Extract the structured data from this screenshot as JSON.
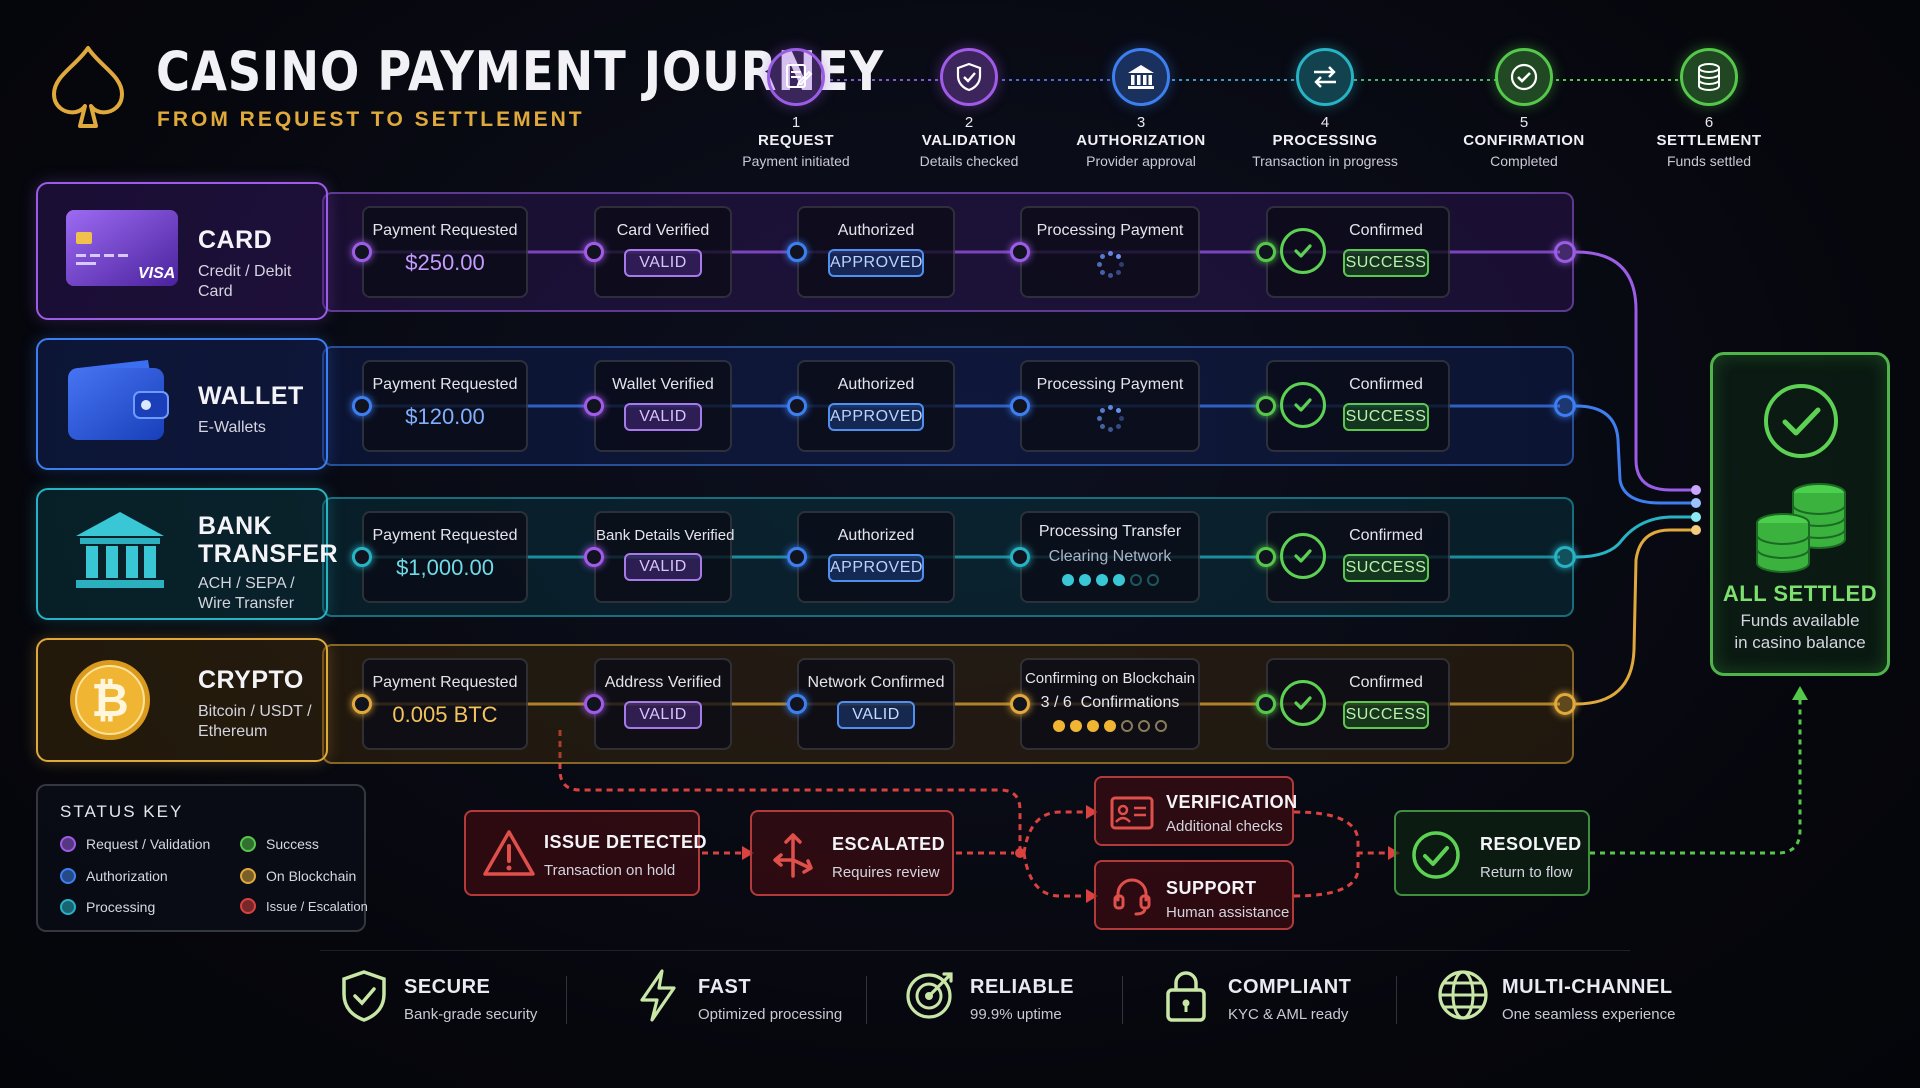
{
  "header": {
    "title": "CASINO PAYMENT JOURNEY",
    "subtitle": "FROM REQUEST TO SETTLEMENT"
  },
  "steps": [
    {
      "num": "1",
      "name": "REQUEST",
      "desc": "Payment initiated",
      "color": "#9b5de5",
      "icon": "document-icon"
    },
    {
      "num": "2",
      "name": "VALIDATION",
      "desc": "Details checked",
      "color": "#a25be8",
      "icon": "shield-check-icon"
    },
    {
      "num": "3",
      "name": "AUTHORIZATION",
      "desc": "Provider approval",
      "color": "#3d7ff0",
      "icon": "bank-icon"
    },
    {
      "num": "4",
      "name": "PROCESSING",
      "desc": "Transaction in progress",
      "color": "#28b3c4",
      "icon": "exchange-icon"
    },
    {
      "num": "5",
      "name": "CONFIRMATION",
      "desc": "Completed",
      "color": "#55c84b",
      "icon": "check-icon"
    },
    {
      "num": "6",
      "name": "SETTLEMENT",
      "desc": "Funds settled",
      "color": "#55c84b",
      "icon": "coins-icon"
    }
  ],
  "lanes": [
    {
      "id": "card",
      "name": "CARD",
      "sub": [
        "Credit / Debit Card"
      ],
      "color": "#9b5de5",
      "brand": "VISA",
      "request": {
        "label": "Payment Requested",
        "amount": "$250.00"
      },
      "verify": {
        "label": "Card Verified",
        "status": "VALID"
      },
      "auth": {
        "label": "Authorized",
        "status": "APPROVED"
      },
      "process": {
        "label": "Processing Payment"
      },
      "confirm": {
        "label": "Confirmed",
        "status": "SUCCESS"
      }
    },
    {
      "id": "wallet",
      "name": "WALLET",
      "sub": [
        "E-Wallets"
      ],
      "color": "#3d7ff0",
      "request": {
        "label": "Payment Requested",
        "amount": "$120.00"
      },
      "verify": {
        "label": "Wallet Verified",
        "status": "VALID"
      },
      "auth": {
        "label": "Authorized",
        "status": "APPROVED"
      },
      "process": {
        "label": "Processing Payment"
      },
      "confirm": {
        "label": "Confirmed",
        "status": "SUCCESS"
      }
    },
    {
      "id": "bank",
      "name": "BANK",
      "name2": "TRANSFER",
      "sub": [
        "ACH / SEPA /",
        "Wire Transfer"
      ],
      "color": "#28b3c4",
      "request": {
        "label": "Payment Requested",
        "amount": "$1,000.00"
      },
      "verify": {
        "label": "Bank Details Verified",
        "status": "VALID"
      },
      "auth": {
        "label": "Authorized",
        "status": "APPROVED"
      },
      "process": {
        "label": "Processing Transfer",
        "sublabel": "Clearing Network",
        "progress_done": 4,
        "progress_total": 6
      },
      "confirm": {
        "label": "Confirmed",
        "status": "SUCCESS"
      }
    },
    {
      "id": "crypto",
      "name": "CRYPTO",
      "sub": [
        "Bitcoin / USDT /",
        "Ethereum"
      ],
      "color": "#e0a93c",
      "request": {
        "label": "Payment Requested",
        "amount": "0.005 BTC"
      },
      "verify": {
        "label": "Address Verified",
        "status": "VALID"
      },
      "auth": {
        "label": "Network Confirmed",
        "status": "VALID"
      },
      "process": {
        "label": "Confirming on Blockchain",
        "sublabel": "3 / 6  Confirmations",
        "progress_done": 4,
        "progress_total": 7
      },
      "confirm": {
        "label": "Confirmed",
        "status": "SUCCESS"
      }
    }
  ],
  "settled": {
    "title": "ALL SETTLED",
    "line1": "Funds available",
    "line2": "in casino balance"
  },
  "status_key": {
    "title": "STATUS KEY",
    "items": [
      {
        "label": "Request / Validation",
        "color": "#9b5de5"
      },
      {
        "label": "Authorization",
        "color": "#3d7ff0"
      },
      {
        "label": "Processing",
        "color": "#28b3c4"
      },
      {
        "label": "Success",
        "color": "#55c84b"
      },
      {
        "label": "On Blockchain",
        "color": "#e0a93c"
      },
      {
        "label": "Issue / Escalation",
        "color": "#d9423f"
      }
    ]
  },
  "issue_flow": {
    "detected": {
      "title": "ISSUE DETECTED",
      "sub": "Transaction on hold"
    },
    "escalated": {
      "title": "ESCALATED",
      "sub": "Requires review"
    },
    "verification": {
      "title": "VERIFICATION",
      "sub": "Additional checks"
    },
    "support": {
      "title": "SUPPORT",
      "sub": "Human assistance"
    },
    "resolved": {
      "title": "RESOLVED",
      "sub": "Return to flow"
    }
  },
  "features": [
    {
      "title": "SECURE",
      "sub": "Bank-grade security",
      "icon": "shield-icon"
    },
    {
      "title": "FAST",
      "sub": "Optimized processing",
      "icon": "lightning-icon"
    },
    {
      "title": "RELIABLE",
      "sub": "99.9% uptime",
      "icon": "target-icon"
    },
    {
      "title": "COMPLIANT",
      "sub": "KYC & AML ready",
      "icon": "lock-icon"
    },
    {
      "title": "MULTI-CHANNEL",
      "sub": "One seamless experience",
      "icon": "globe-icon"
    }
  ]
}
